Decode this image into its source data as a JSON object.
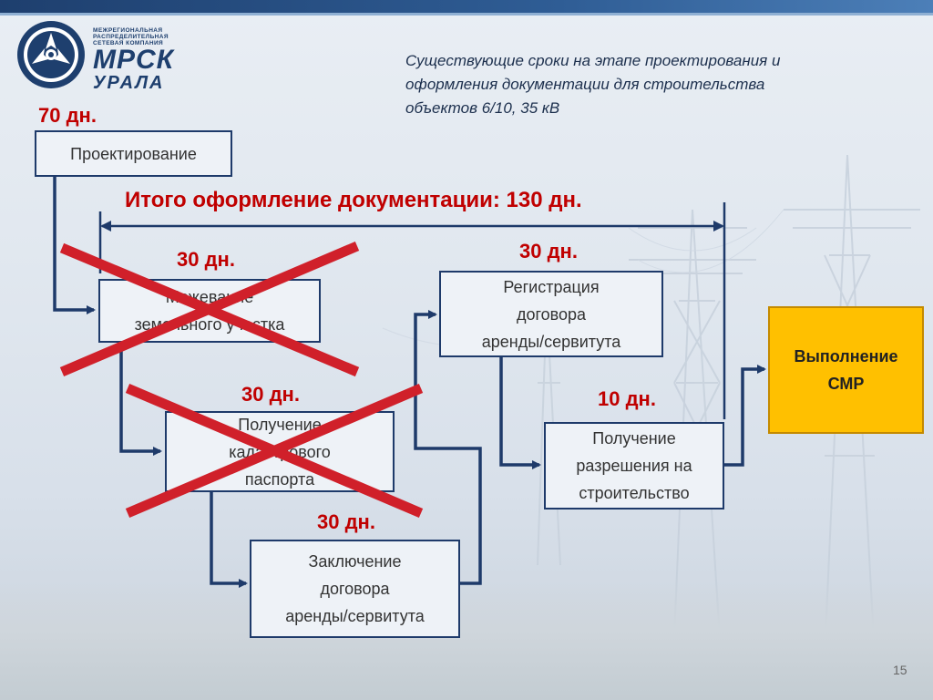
{
  "logo": {
    "company_small": "МЕЖРЕГИОНАЛЬНАЯ\nРАСПРЕДЕЛИТЕЛЬНАЯ\nСЕТЕВАЯ КОМПАНИЯ",
    "brand": "МРСК",
    "region": "УРАЛА"
  },
  "subtitle": "Существующие сроки на этапе проектирования и\nоформления  документации для строительства\nобъектов 6/10, 35 кВ",
  "total": "Итого оформление документации: 130 дн.",
  "steps": {
    "design": {
      "days": "70 дн.",
      "label": "Проектирование"
    },
    "survey": {
      "days": "30 дн.",
      "label": "Межевание\nземельного участка",
      "crossed": true
    },
    "cadastral": {
      "days": "30 дн.",
      "label": "Получение\nкадастрового\nпаспорта",
      "crossed": true
    },
    "lease_contract": {
      "days": "30 дн.",
      "label": "Заключение\nдоговора\nаренды/сервитута"
    },
    "lease_registration": {
      "days": "30 дн.",
      "label": "Регистрация\nдоговора\nаренды/сервитута"
    },
    "permit": {
      "days": "10 дн.",
      "label": "Получение\nразрешения на\nстроительство"
    },
    "construction": {
      "label": "Выполнение\nСМР"
    }
  },
  "page_number": "15",
  "colors": {
    "days": "#c00000",
    "cross": "#d0202a",
    "box_border": "#1e3a6a",
    "smp_fill": "#ffc000"
  }
}
